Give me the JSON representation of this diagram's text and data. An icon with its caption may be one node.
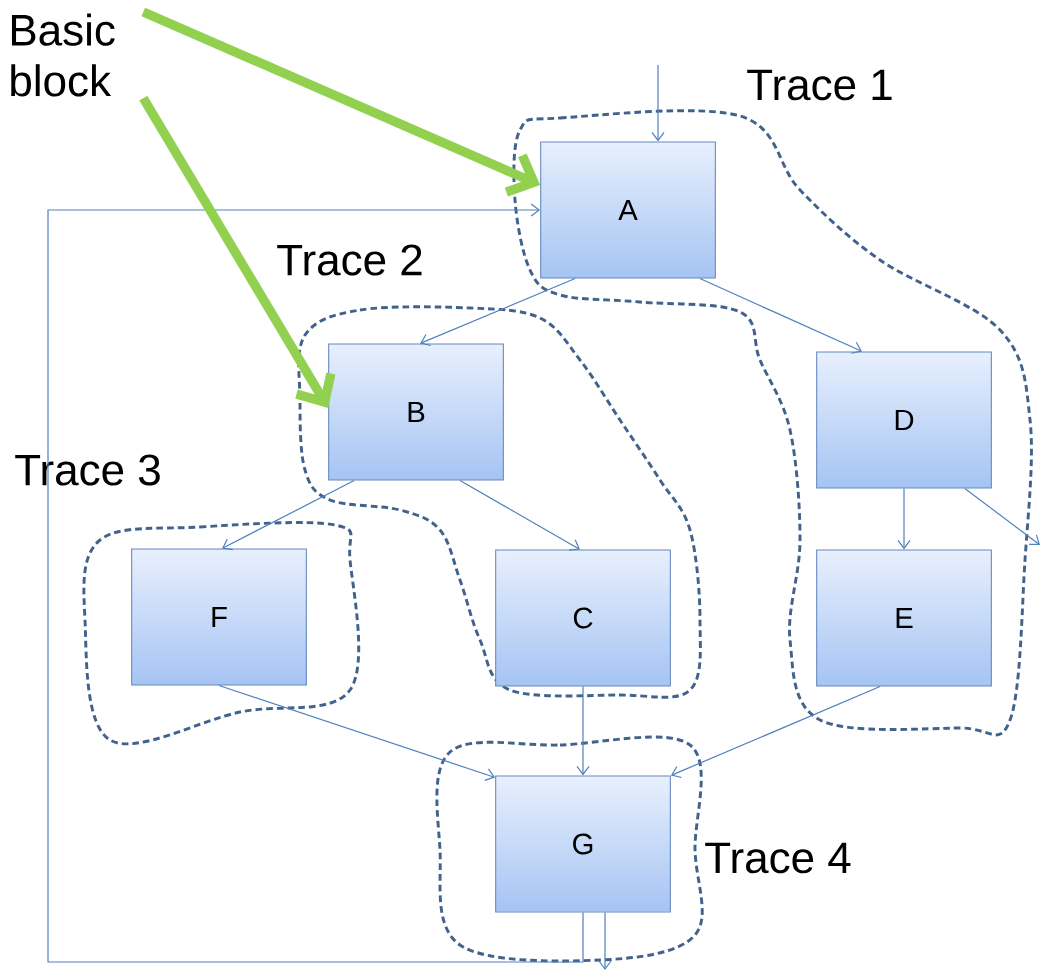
{
  "diagram": {
    "nodes": [
      {
        "text": [
          "Basic block"
        ]
      },
      {
        "text": [
          "Trace 1"
        ]
      },
      {
        "text": [
          "A"
        ],
        "in": 1
      },
      {
        "text": [
          "Trace 2"
        ]
      },
      {
        "text": [
          "B"
        ],
        "in": 3
      },
      {
        "text": [
          "D"
        ],
        "in": 1
      },
      {
        "text": [
          "Trace 3"
        ]
      },
      {
        "text": [
          "F"
        ],
        "in": 6
      },
      {
        "text": [
          "C"
        ],
        "in": 3
      },
      {
        "text": [
          "E"
        ],
        "in": 1
      },
      {
        "text": [
          "Trace 4"
        ]
      },
      {
        "text": [
          "G"
        ],
        "in": 10
      }
    ],
    "edges": [
      {
        "from": null,
        "to": 2,
        "arrow": "to"
      },
      {
        "from": 2,
        "to": 4,
        "arrow": "to"
      },
      {
        "from": 2,
        "to": 5,
        "arrow": "to"
      },
      {
        "from": 4,
        "to": 7,
        "arrow": "to"
      },
      {
        "from": 4,
        "to": 8,
        "arrow": "to"
      },
      {
        "from": 5,
        "to": 9,
        "arrow": "to"
      },
      {
        "from": 5,
        "to": null,
        "arrow": "to"
      },
      {
        "from": 7,
        "to": 11,
        "arrow": "to"
      },
      {
        "from": 8,
        "to": 11,
        "arrow": "to"
      },
      {
        "from": 9,
        "to": 11,
        "arrow": "to"
      },
      {
        "from": 11,
        "to": null,
        "arrow": "to"
      },
      {
        "from": 11,
        "to": 2,
        "arrow": "to"
      },
      {
        "from": 0,
        "to": 2,
        "arrow": "to",
        "style": "thick",
        "color": "#92d050"
      },
      {
        "from": 0,
        "to": 4,
        "arrow": "to",
        "style": "thick",
        "color": "#92d050"
      }
    ]
  }
}
